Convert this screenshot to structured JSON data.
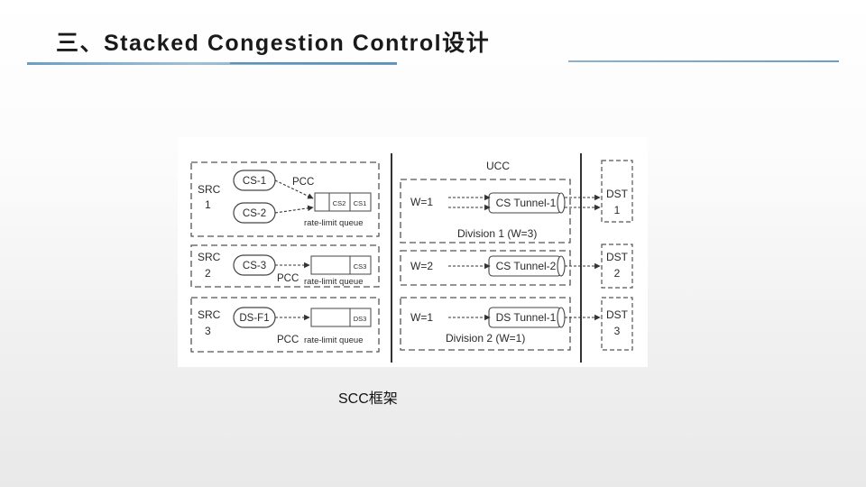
{
  "slide": {
    "title": "三、Stacked Congestion Control设计",
    "caption": "SCC框架"
  },
  "diagram": {
    "ucc_label": "UCC",
    "sources": [
      {
        "label_line1": "SRC",
        "label_line2": "1",
        "flows": [
          "CS-1",
          "CS-2"
        ],
        "pcc": "PCC",
        "queue_cells": [
          "CS2",
          "CS1"
        ],
        "queue_label": "rate-limit queue"
      },
      {
        "label_line1": "SRC",
        "label_line2": "2",
        "flows": [
          "CS-3"
        ],
        "pcc": "PCC",
        "queue_cells": [
          "CS3"
        ],
        "queue_label": "rate-limit queue"
      },
      {
        "label_line1": "SRC",
        "label_line2": "3",
        "flows": [
          "DS-F1"
        ],
        "pcc": "PCC",
        "queue_cells": [
          "DS3"
        ],
        "queue_label": "rate-limit queue"
      }
    ],
    "tunnels": [
      {
        "weight": "W=1",
        "name": "CS Tunnel-1"
      },
      {
        "weight": "W=2",
        "name": "CS Tunnel-2"
      },
      {
        "weight": "W=1",
        "name": "DS Tunnel-1"
      }
    ],
    "divisions": [
      {
        "label": "Division 1 (W=3)"
      },
      {
        "label": "Division 2  (W=1)"
      }
    ],
    "destinations": [
      {
        "label_line1": "DST",
        "label_line2": "1"
      },
      {
        "label_line1": "DST",
        "label_line2": "2"
      },
      {
        "label_line1": "DST",
        "label_line2": "3"
      }
    ]
  }
}
